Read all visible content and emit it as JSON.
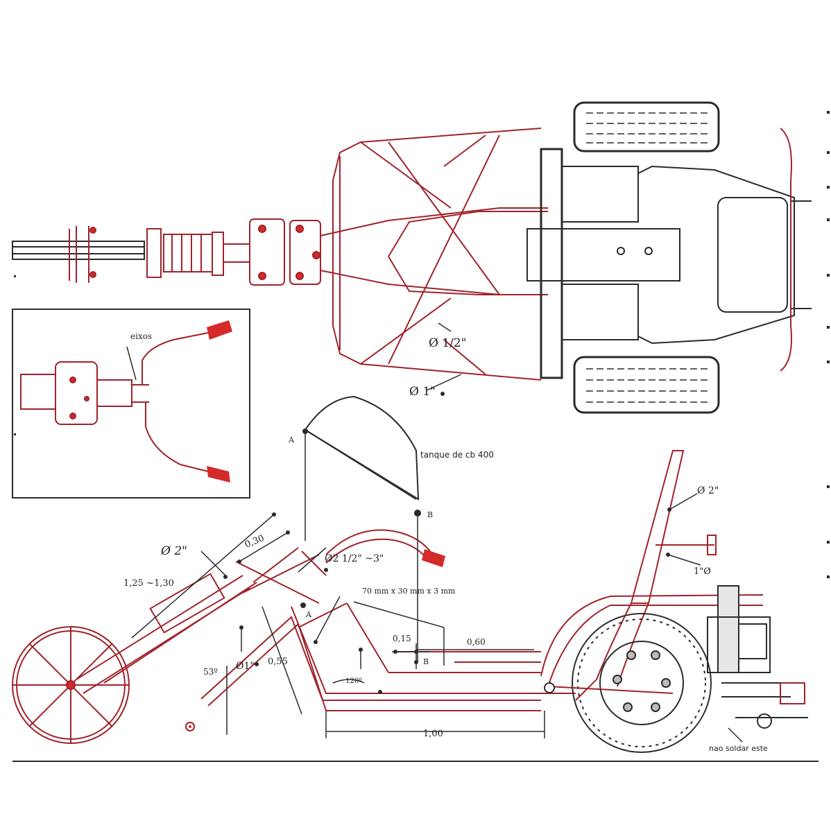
{
  "colors": {
    "frame_red": "#a0222a",
    "ink_dark": "#2a2a2a",
    "accent_red": "#d42a2a",
    "paper": "#ffffff"
  },
  "labels": {
    "inset_arrow_label": "eixos",
    "pipe_half": "Ø 1/2\"",
    "pipe_one": "Ø 1\"",
    "tank": "tanque de cb 400",
    "point_a_top": "A",
    "point_b_top": "B",
    "dia_two_left": "Ø 2\"",
    "dim_030": "0,30",
    "dim_125_130": "1,25 ~1,30",
    "dia_two_half": "Ø2 1/2\" ~3\"",
    "plate_dim": "70 mm x 30 mm x 3 mm",
    "point_a_frame": "A",
    "dim_015": "0,15",
    "dim_060": "0,60",
    "point_b_frame": "B",
    "angle_53": "53º",
    "dia_one_frame": "Ø1\"",
    "dim_055": "0,55",
    "angle_120": "120º",
    "dim_100": "1,00",
    "dia_two_right": "Ø 2\"",
    "dia_one_right": "1\"Ø",
    "no_weld": "nao soldar este"
  }
}
